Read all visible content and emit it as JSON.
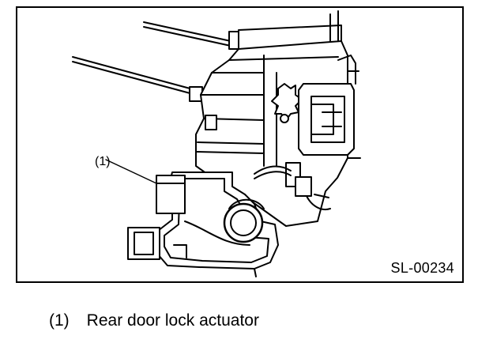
{
  "figure": {
    "callout": "(1)",
    "code": "SL-00234"
  },
  "legend": [
    {
      "number": "(1)",
      "label": "Rear door lock actuator"
    }
  ]
}
